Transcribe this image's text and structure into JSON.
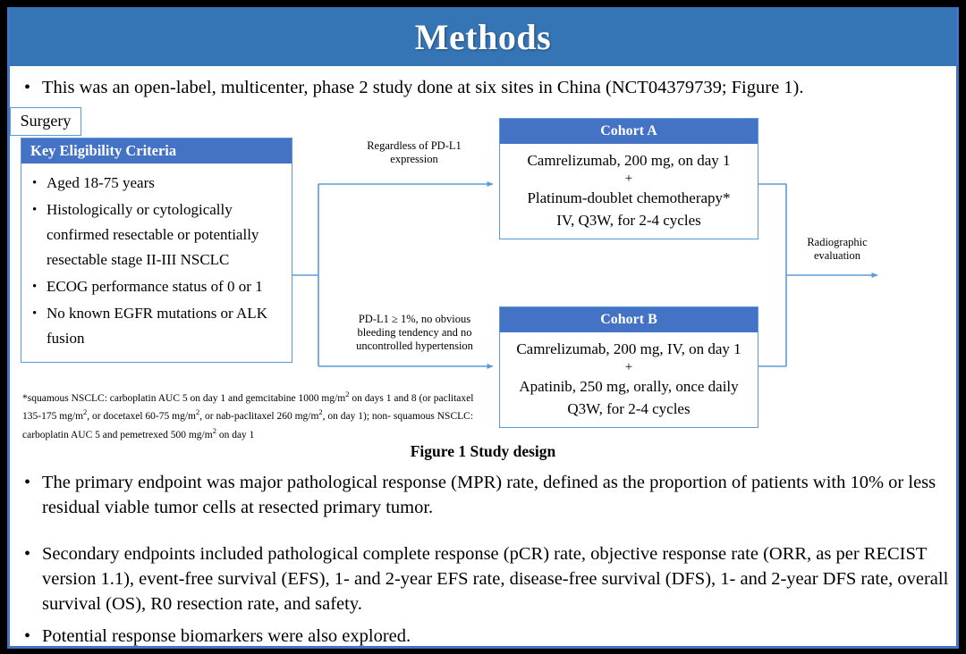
{
  "slide": {
    "title": "Methods",
    "accent_blue": "#3575B5",
    "box_header_blue": "#4472C4",
    "box_border_blue": "#5B9BD5",
    "intro_bullet": "This was an open-label, multicenter, phase 2 study done at six sites in China (NCT04379739; Figure 1).",
    "bullet_glyph": "•"
  },
  "figure": {
    "caption": "Figure 1 Study design",
    "eligibility": {
      "header": "Key  Eligibility Criteria",
      "items": [
        "Aged 18-75 years",
        "Histologically or cytologically confirmed resectable or potentially resectable stage II-III  NSCLC",
        "ECOG performance status of 0 or 1",
        "No known EGFR mutations or ALK fusion"
      ]
    },
    "footnote": {
      "line1_a": "*squamous NSCLC: carboplatin AUC 5 on day 1 and gemcitabine 1000 mg/m",
      "line1_sup": "2",
      "line1_b": " on days 1 and 8 (or",
      "line2_a": "paclitaxel 135-175  mg/m",
      "line2_sup1": "2",
      "line2_b": ", or docetaxel 60-75 mg/m",
      "line2_sup2": "2",
      "line2_c": ", or nab-paclitaxel 260 mg/m",
      "line2_sup3": "2",
      "line2_d": ", on day 1); non-",
      "line3_a": "squamous NSCLC: carboplatin AUC 5 and pemetrexed 500 mg/m",
      "line3_sup": "2",
      "line3_b": " on day 1"
    },
    "cohort_a": {
      "header": "Cohort A",
      "line1": "Camrelizumab, 200 mg, on day 1",
      "plus": "+",
      "line2": "Platinum-doublet chemotherapy*",
      "line3": "IV, Q3W, for 2-4 cycles"
    },
    "cohort_b": {
      "header": "Cohort B",
      "line1": "Camrelizumab, 200 mg, IV, on day 1",
      "plus": "+",
      "line2": "Apatinib, 250 mg, orally, once daily",
      "line3": "Q3W, for 2-4 cycles"
    },
    "connector_labels": {
      "top": "Regardless  of PD-L1\nexpression",
      "top_line1": "Regardless  of PD-L1",
      "top_line2": "expression",
      "bottom_line1": "PD-L1 ≥ 1%, no obvious",
      "bottom_line2": "bleeding tendency  and no",
      "bottom_line3": "uncontrolled  hypertension",
      "right_line1": "Radiographic",
      "right_line2": "evaluation"
    },
    "surgery": {
      "label": "Surgery"
    }
  },
  "endpoints": {
    "primary": "The primary endpoint was major pathological response (MPR) rate, defined as the proportion of patients with 10% or less residual viable tumor cells at resected primary tumor.",
    "secondary": "Secondary endpoints included pathological complete response (pCR) rate, objective response rate (ORR, as per RECIST version 1.1), event-free survival (EFS), 1- and 2-year EFS rate, disease-free survival (DFS), 1- and 2-year DFS rate, overall survival (OS), R0 resection rate, and safety.",
    "biomarkers": "Potential response biomarkers were also explored."
  }
}
